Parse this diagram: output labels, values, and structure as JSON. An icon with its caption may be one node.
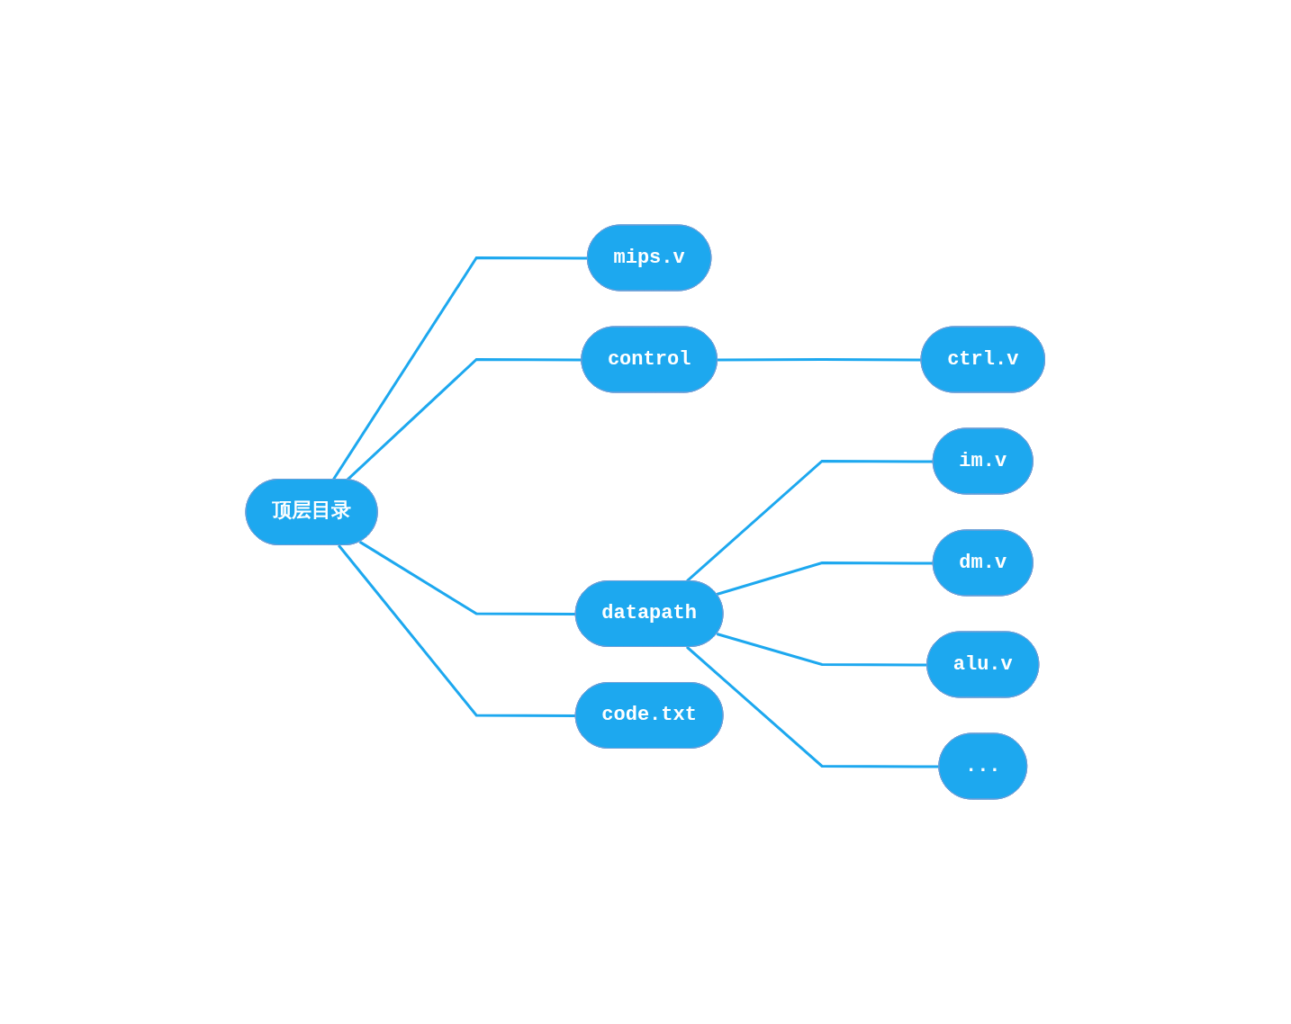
{
  "diagram": {
    "nodes": [
      {
        "text": [
          "顶层目录"
        ]
      },
      {
        "text": [
          "mips.v"
        ]
      },
      {
        "text": [
          "control"
        ]
      },
      {
        "text": [
          "datapath"
        ]
      },
      {
        "text": [
          "code.txt"
        ]
      },
      {
        "text": [
          "ctrl.v"
        ]
      },
      {
        "text": [
          "im.v"
        ]
      },
      {
        "text": [
          "dm.v"
        ]
      },
      {
        "text": [
          "alu.v"
        ]
      },
      {
        "text": [
          "..."
        ]
      }
    ],
    "edges": [
      {
        "from": 0,
        "to": 1,
        "arrow": "none"
      },
      {
        "from": 0,
        "to": 2,
        "arrow": "none"
      },
      {
        "from": 0,
        "to": 3,
        "arrow": "none"
      },
      {
        "from": 0,
        "to": 4,
        "arrow": "none"
      },
      {
        "from": 2,
        "to": 5,
        "arrow": "none"
      },
      {
        "from": 3,
        "to": 6,
        "arrow": "none"
      },
      {
        "from": 3,
        "to": 7,
        "arrow": "none"
      },
      {
        "from": 3,
        "to": 8,
        "arrow": "none"
      },
      {
        "from": 3,
        "to": 9,
        "arrow": "none"
      }
    ]
  }
}
